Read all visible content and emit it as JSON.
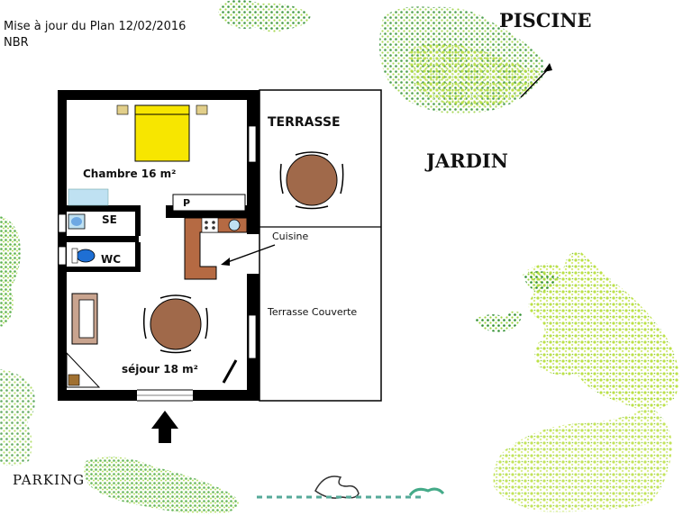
{
  "header": {
    "line1": "Mise à jour du Plan 12/02/2016",
    "line2": "NBR"
  },
  "labels": {
    "piscine": "PISCINE",
    "jardin": "JARDIN",
    "terrasse": "TERRASSE",
    "chambre": "Chambre 16 m²",
    "se": "SE",
    "wc": "WC",
    "p": "P",
    "cuisine": "Cuisine",
    "terrasse_couverte": "Terrasse Couverte",
    "sejour": "séjour 18 m²",
    "parking": "PARKING"
  },
  "colors": {
    "wall": "#000000",
    "bed": "#f7e600",
    "table": "#a0694a",
    "counter": "#b56a43",
    "sofa": "#c9a48f",
    "wc_bowl": "#1e6fd4",
    "shower": "#bfe1f2",
    "foliage_light": "#b8df3c",
    "foliage_dark": "#2f8f2f",
    "foliage_mid": "#6cbf47"
  }
}
